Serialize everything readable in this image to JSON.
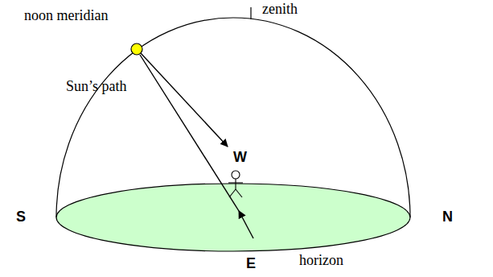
{
  "diagram": {
    "labels": [
      "noon meridian",
      "zenith",
      "Sun’s path",
      "W",
      "S",
      "N",
      "E",
      "horizon"
    ]
  }
}
